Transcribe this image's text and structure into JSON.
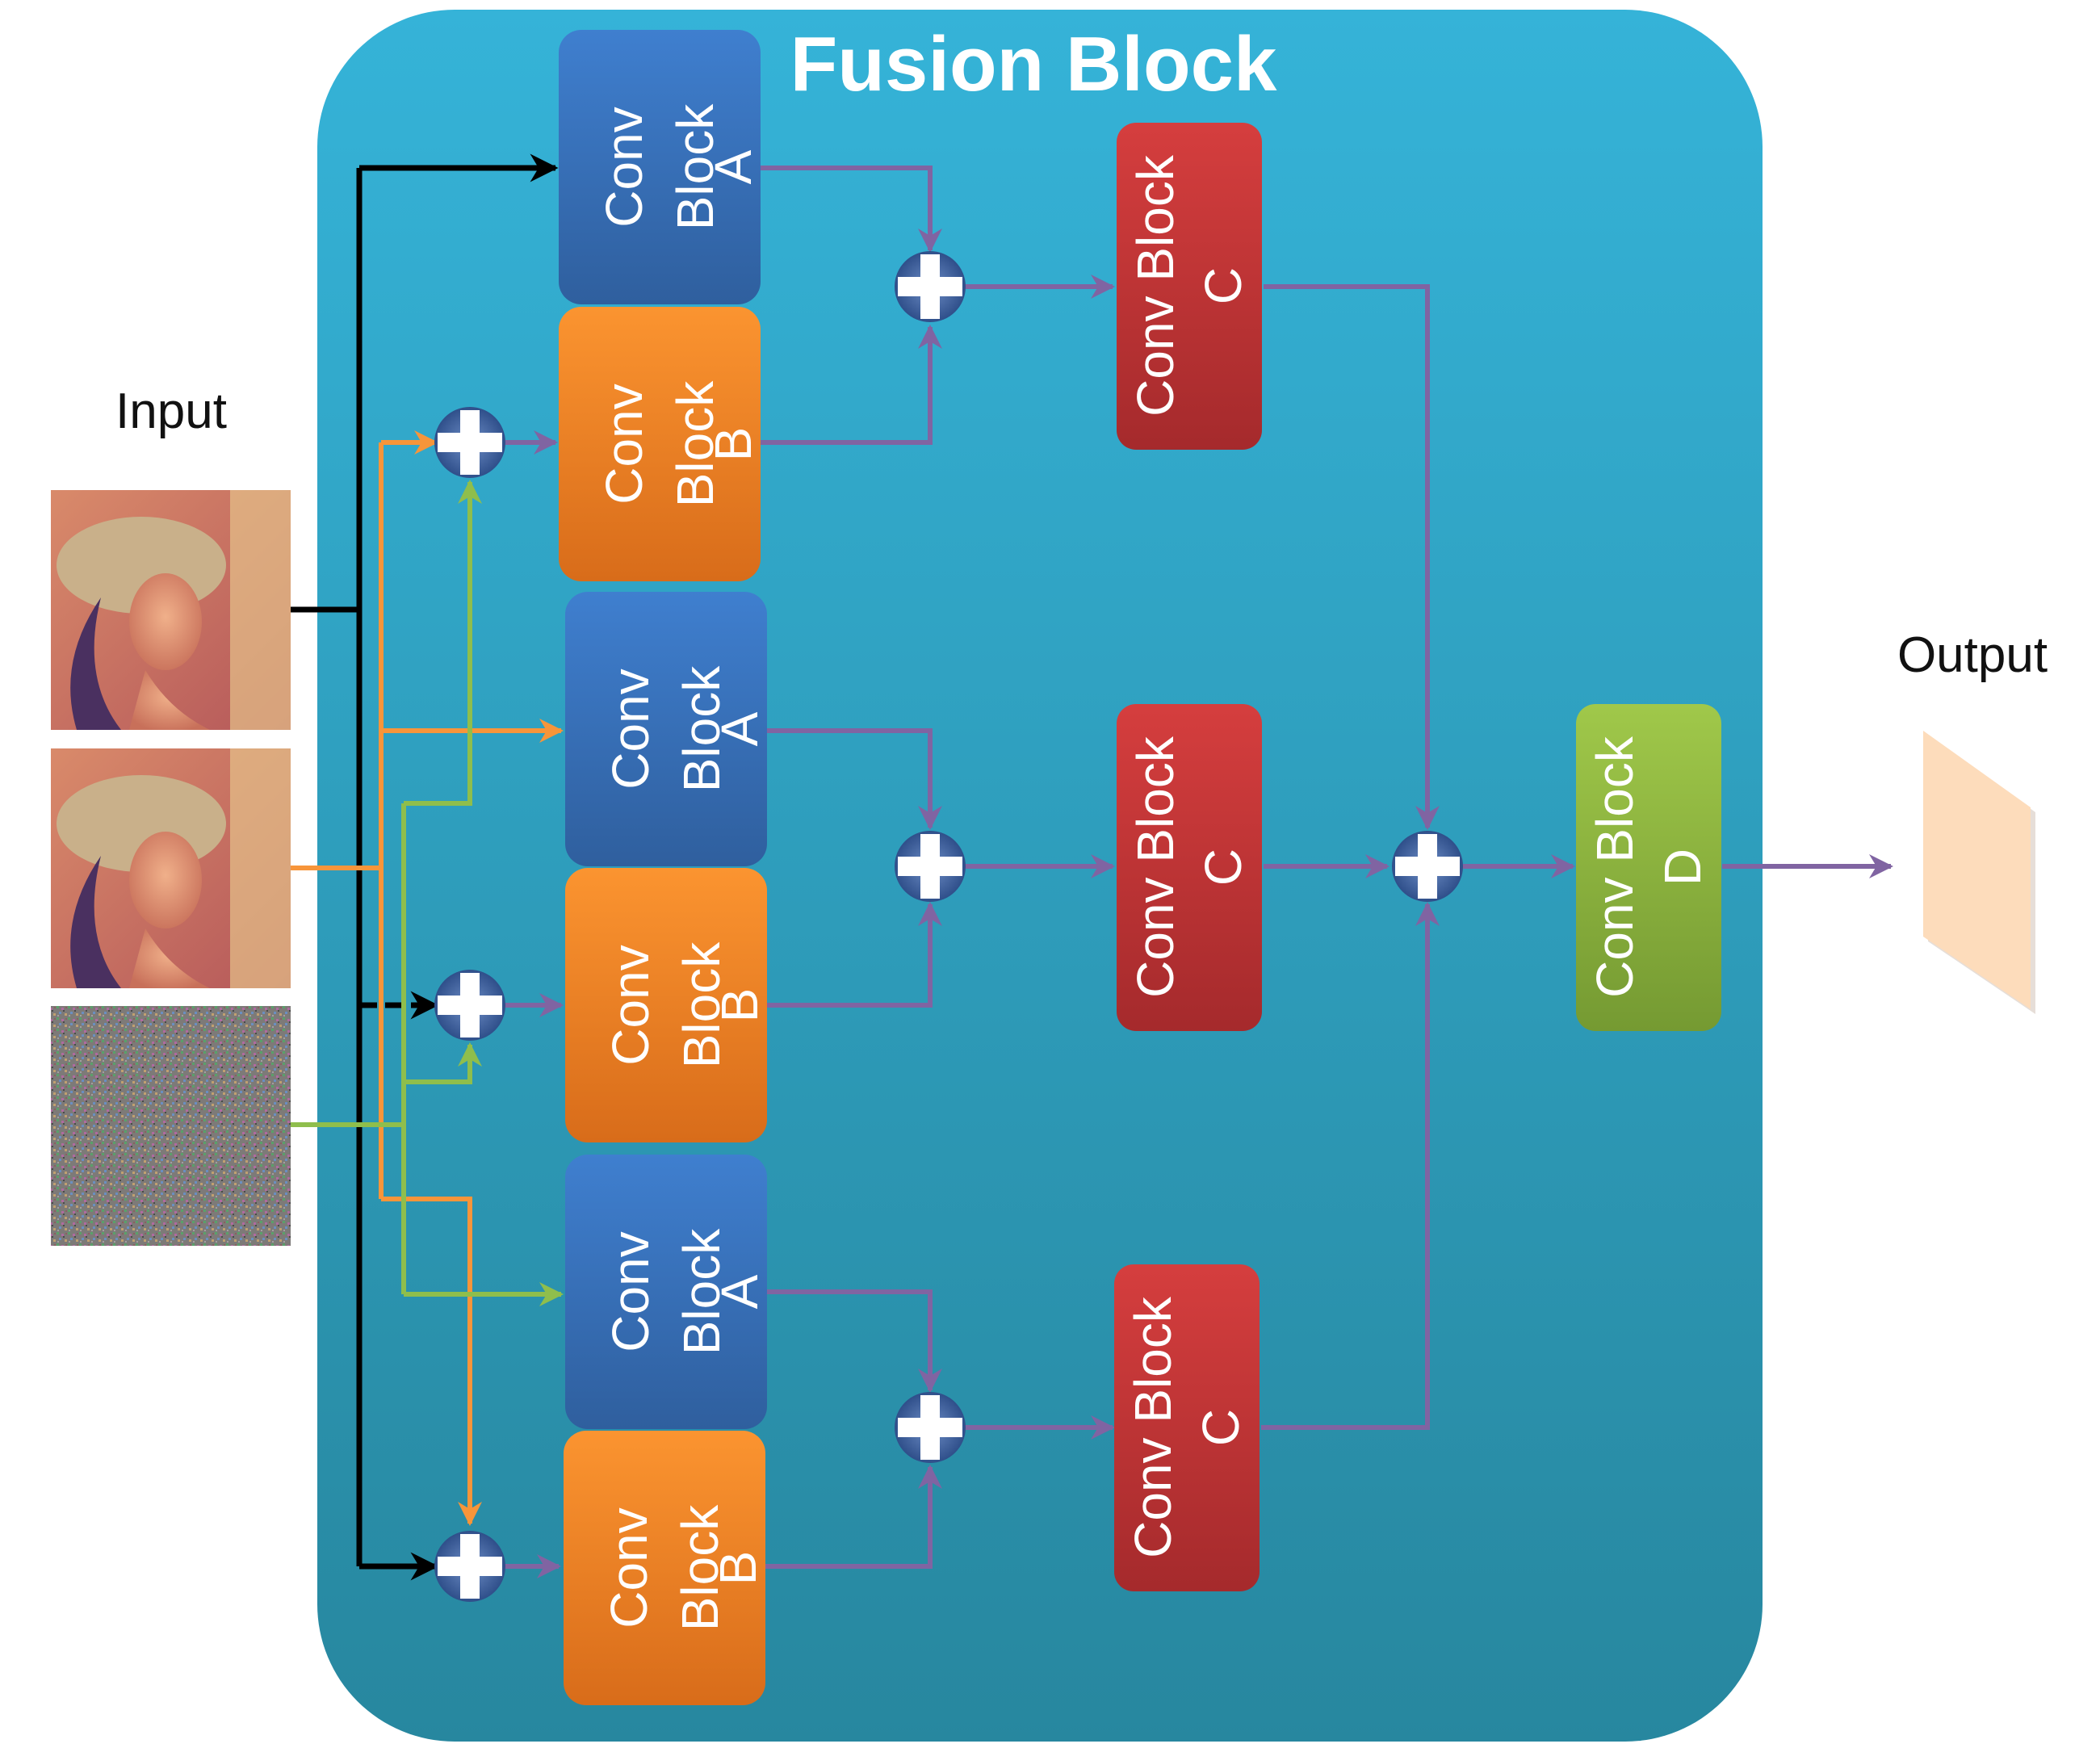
{
  "diagram": {
    "title": "Fusion Block",
    "input_label": "Input",
    "output_label": "Output",
    "blocks": {
      "conv_a": {
        "line1": "Conv",
        "line2": "Block",
        "line3": "A",
        "color_top": "#3f7fcf",
        "color_bottom": "#2f5f9e"
      },
      "conv_b": {
        "line1": "Conv",
        "line2": "Block",
        "line3": "B",
        "color_top": "#fb9430",
        "color_bottom": "#d86c1a"
      },
      "conv_c": {
        "line1": "Conv Block",
        "line2": "C",
        "color_top": "#d53e3e",
        "color_bottom": "#a52a2c"
      },
      "conv_d": {
        "line1": "Conv Block",
        "line2": "D",
        "color_top": "#a0c84a",
        "color_bottom": "#759a32"
      }
    },
    "colors": {
      "panel_top": "#35b3d8",
      "panel_bottom": "#27879f",
      "arrow_black": "#000000",
      "arrow_orange": "#f7953a",
      "arrow_green": "#8fbe4c",
      "arrow_purple": "#8064a2",
      "output_shape": "#fddcbb"
    },
    "icons": {
      "adder": "plus-circle-icon",
      "input_images": [
        "portrait-photo-icon",
        "portrait-photo-icon",
        "noise-image-icon"
      ],
      "output": "feature-map-icon"
    }
  }
}
